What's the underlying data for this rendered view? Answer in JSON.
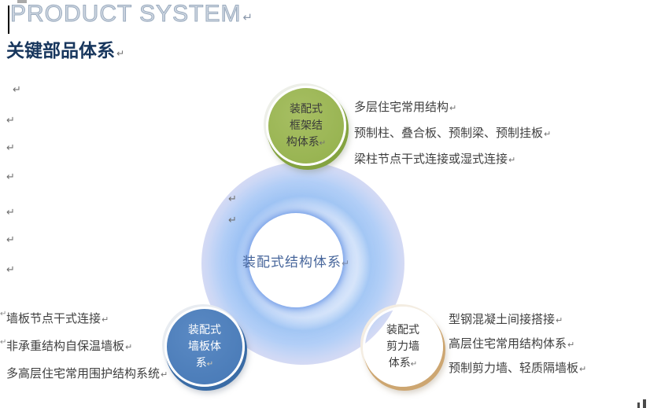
{
  "header": {
    "eyebrow": "PRODUCT SYSTEM",
    "title": "关键部品体系",
    "eyebrow_color": "#9aabbe",
    "title_color": "#17365d"
  },
  "marks": {
    "pilcrow": "↵"
  },
  "diagram": {
    "center_node": {
      "label": "装配式结构体系",
      "text_color": "#47669b"
    },
    "nodes": [
      {
        "id": "frame-structure",
        "lines": [
          "装配式",
          "框架结",
          "构体系"
        ],
        "fill": "#93b04c",
        "text_color": "#3a3a3a"
      },
      {
        "id": "wall-panel",
        "lines": [
          "装配式",
          "墙板体",
          "系"
        ],
        "fill": "#4678b5",
        "text_color": "#ffffff"
      },
      {
        "id": "shear-wall",
        "lines": [
          "装配式",
          "剪力墙",
          "体系"
        ],
        "fill": "#ea8432",
        "text_color": "#3a3a3a"
      }
    ],
    "annotations": [
      {
        "for": "frame-structure",
        "lines": [
          "多层住宅常用结构",
          "预制柱、叠合板、预制梁、预制挂板",
          "梁柱节点干式连接或湿式连接"
        ]
      },
      {
        "for": "wall-panel",
        "lines": [
          "墙板节点干式连接",
          "非承重结构自保温墙板",
          "多高层住宅常用围护结构系统"
        ]
      },
      {
        "for": "shear-wall",
        "lines": [
          "型钢混凝土间接搭接",
          "高层住宅常用结构体系",
          "预制剪力墙、轻质隔墙板"
        ]
      }
    ]
  }
}
